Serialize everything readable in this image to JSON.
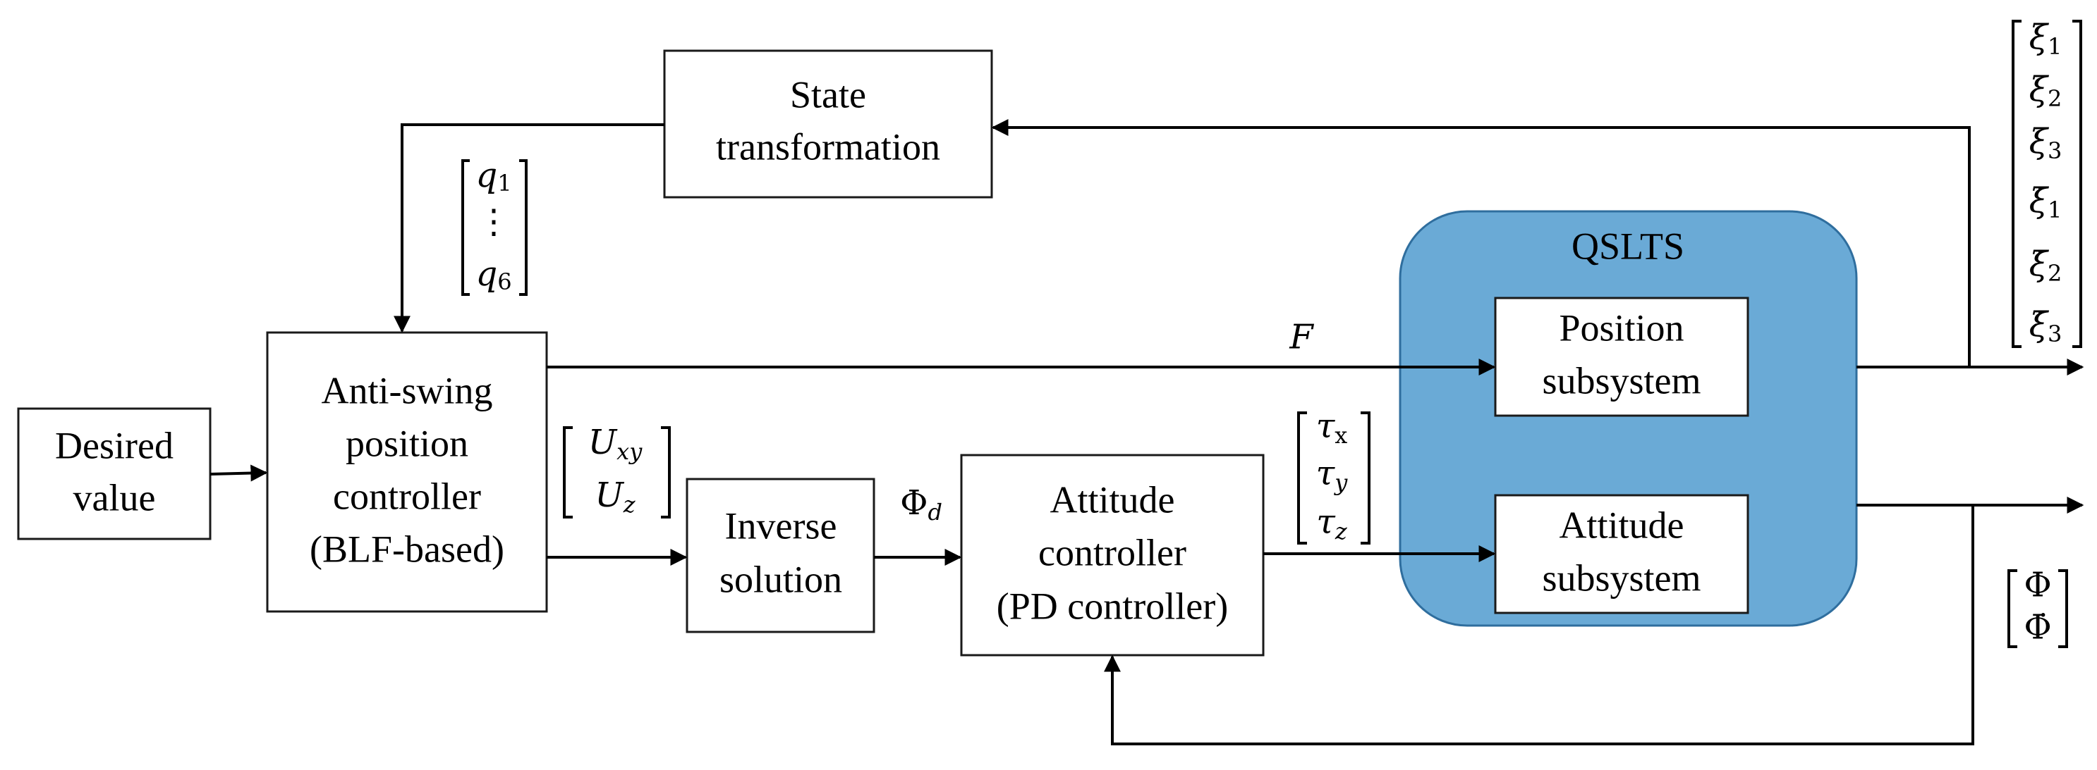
{
  "colors": {
    "qslts_fill": "#6aaad6",
    "qslts_stroke": "#2f6e9e",
    "line": "#000000"
  },
  "blocks": {
    "desired_value": [
      "Desired",
      "value"
    ],
    "state_transformation": [
      "State",
      "transformation"
    ],
    "anti_swing": [
      "Anti-swing",
      "position",
      "controller",
      "(BLF-based)"
    ],
    "inverse_solution": [
      "Inverse",
      "solution"
    ],
    "attitude_controller": [
      "Attitude",
      "controller",
      "(PD controller)"
    ],
    "qslts": "QSLTS",
    "position_subsystem": [
      "Position",
      "subsystem"
    ],
    "attitude_subsystem": [
      "Attitude",
      "subsystem"
    ]
  },
  "signals": {
    "q_vector": {
      "top": "q",
      "top_sub": "1",
      "middle": "⋮",
      "bottom": "q",
      "bottom_sub": "6"
    },
    "F": "F",
    "U_vector": {
      "top": "U",
      "top_sub": "xy",
      "bottom": "U",
      "bottom_sub": "z"
    },
    "phi_d": {
      "base": "Φ",
      "sub": "d"
    },
    "tau_vector": [
      {
        "base": "τ",
        "sub": "x"
      },
      {
        "base": "τ",
        "sub": "y"
      },
      {
        "base": "τ",
        "sub": "z"
      }
    ],
    "xi_vector": [
      {
        "base": "ξ",
        "sub": "1"
      },
      {
        "base": "ξ",
        "sub": "2"
      },
      {
        "base": "ξ",
        "sub": "3"
      },
      {
        "base": "ξ̇",
        "sub": "1"
      },
      {
        "base": "ξ̇",
        "sub": "2"
      },
      {
        "base": "ξ̇",
        "sub": "3"
      }
    ],
    "phi_vector": [
      "Φ",
      "Φ̇"
    ]
  }
}
